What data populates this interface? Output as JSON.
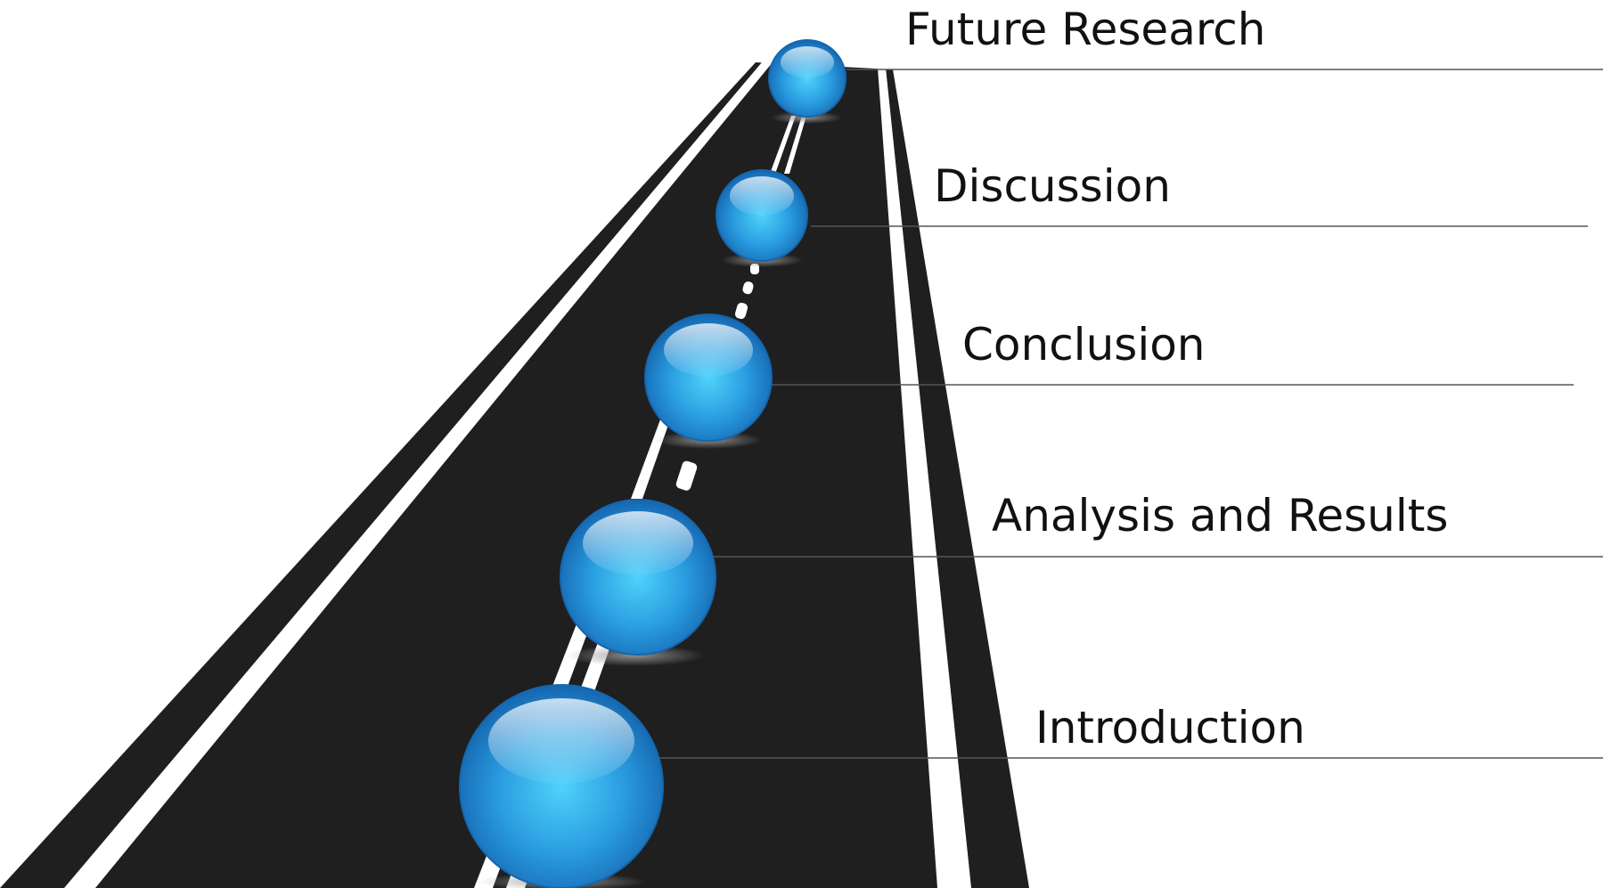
{
  "diagram": {
    "stages": [
      {
        "label": "Future Research"
      },
      {
        "label": "Discussion"
      },
      {
        "label": "Conclusion"
      },
      {
        "label": "Analysis and Results"
      },
      {
        "label": "Introduction"
      }
    ]
  },
  "colors": {
    "road": "#1f1f1f",
    "road_marking": "#ffffff",
    "sphere_highlight": "#46c8f5",
    "sphere_mid": "#2a9de0",
    "sphere_edge": "#1566b0",
    "leader_line": "#555555",
    "label_text": "#111111"
  }
}
